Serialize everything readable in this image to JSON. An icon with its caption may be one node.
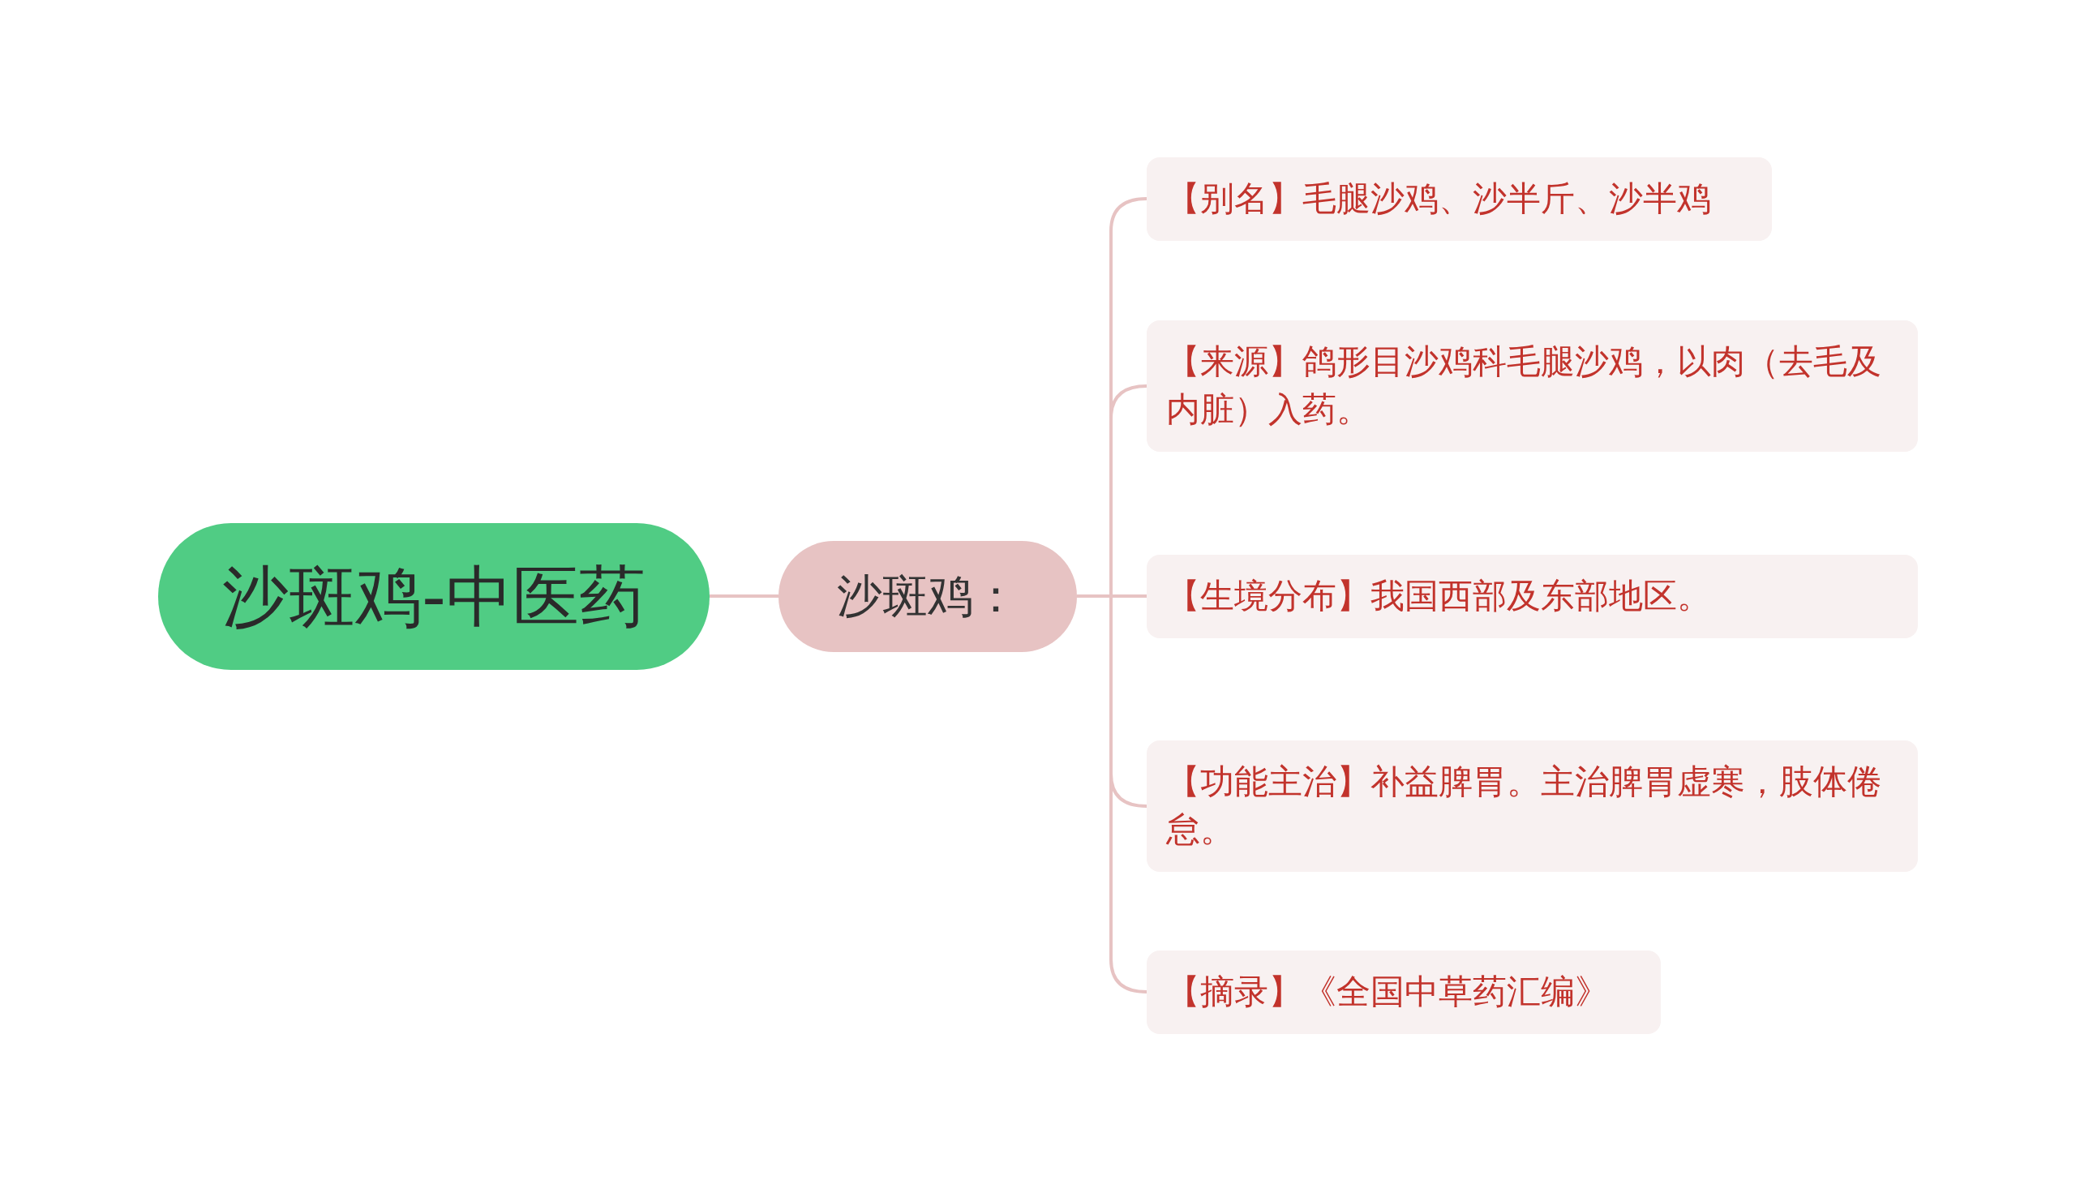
{
  "diagram": {
    "nodes": [
      {
        "text": [
          "沙斑鸡-中医药"
        ]
      },
      {
        "text": [
          "沙斑鸡："
        ]
      },
      {
        "text": [
          "【别名】毛腿沙鸡、沙半斤、沙半鸡"
        ]
      },
      {
        "text": [
          "【来源】鸽形目沙鸡科毛腿沙鸡，以肉（去毛及内脏）入药。"
        ]
      },
      {
        "text": [
          "【生境分布】我国西部及东部地区。"
        ]
      },
      {
        "text": [
          "【功能主治】补益脾胃。主治脾胃虚寒，肢体倦怠。"
        ]
      },
      {
        "text": [
          "【摘录】《全国中草药汇编》"
        ]
      }
    ],
    "edges": [
      {
        "from": 0,
        "to": 1,
        "arrow": "none"
      },
      {
        "from": 1,
        "to": 2,
        "arrow": "none"
      },
      {
        "from": 1,
        "to": 3,
        "arrow": "none"
      },
      {
        "from": 1,
        "to": 4,
        "arrow": "none"
      },
      {
        "from": 1,
        "to": 5,
        "arrow": "none"
      },
      {
        "from": 1,
        "to": 6,
        "arrow": "none"
      }
    ]
  }
}
